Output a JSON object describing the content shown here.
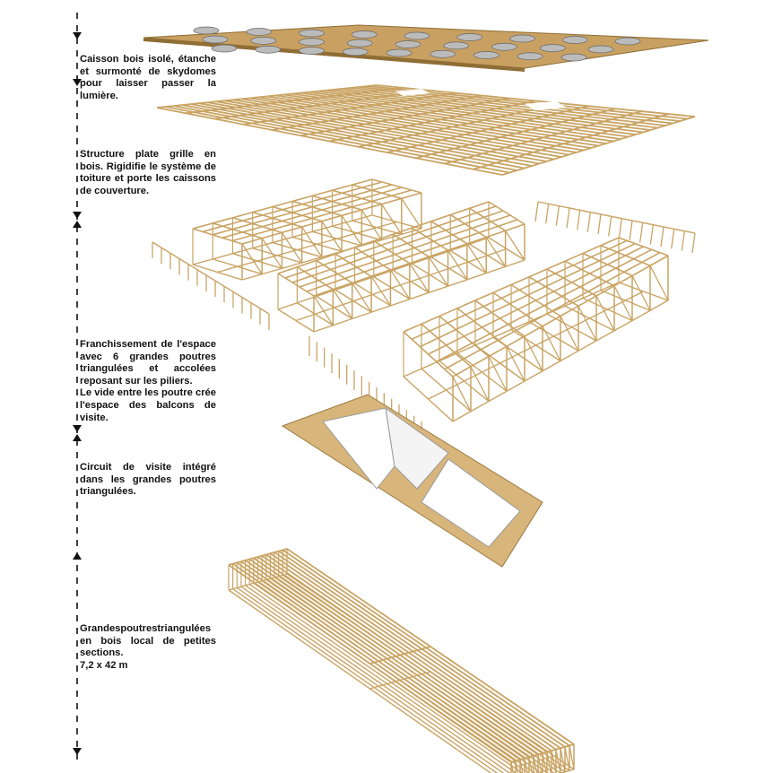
{
  "captions": [
    {
      "lines": [
        "Caisson bois isolé, étanche et surmonté de skydomes pour laisser passer la lumière."
      ]
    },
    {
      "lines": [
        "Structure plate grille en bois. Rigidifie le système de toiture et porte les caissons de couverture."
      ]
    },
    {
      "lines": [
        "Franchissement de l'espace avec 6 grandes poutres triangulées et accolées reposant sur les piliers.",
        "Le vide entre les poutre crée l'espace des balcons de visite."
      ]
    },
    {
      "lines": [
        "Circuit de visite intégré dans les grandes poutres triangulées."
      ]
    },
    {
      "lines": [
        "Grandespoutrestriangulées en bois local de petites sections.",
        "7,2 x 42 m"
      ]
    }
  ],
  "colors": {
    "wood": "#c9a464",
    "wood_dark": "#8f6e35",
    "slab": "#c8a062",
    "floor": "#d8b57a"
  }
}
